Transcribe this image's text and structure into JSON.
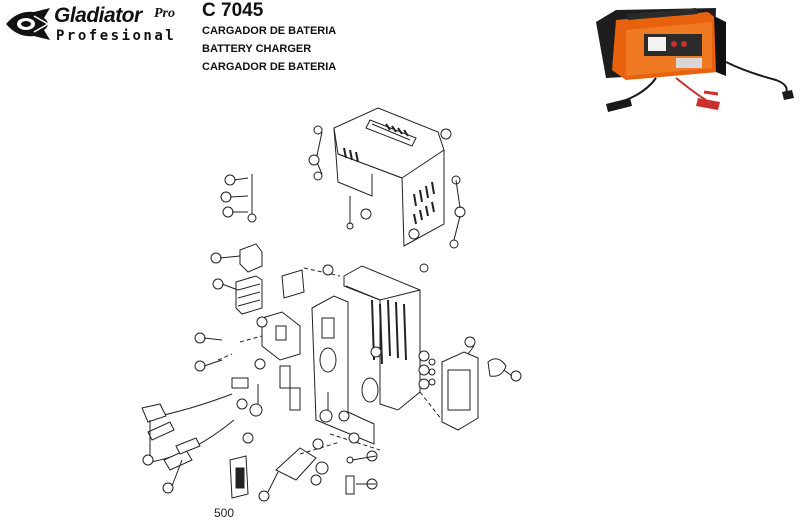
{
  "brand": {
    "name": "Gladiator",
    "suffix": "Pro",
    "tagline": "Profesional"
  },
  "product": {
    "model": "C 7045",
    "descriptions": [
      "CARGADOR DE BATERIA",
      "BATTERY CHARGER",
      "CARGADOR DE BATERIA"
    ],
    "photo_colors": {
      "body": "#e8620e",
      "frame": "#222222",
      "cable_red": "#c9302c",
      "cable_black": "#1a1a1a"
    }
  },
  "diagram": {
    "footer_code": "500"
  }
}
